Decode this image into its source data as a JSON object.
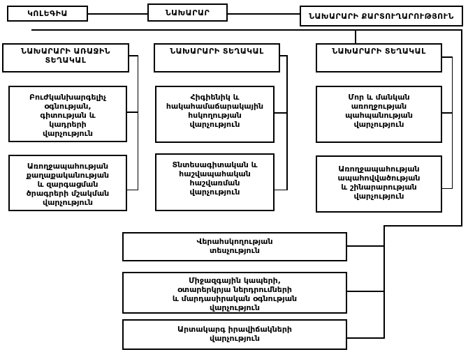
{
  "chart": {
    "top": {
      "collegium": "ԿՈԼԵԳԻԱ",
      "minister": "ՆԱԽԱՐԱՐ",
      "secretariat": "ՆԱԽԱՐԱՐԻ ՔԱՐՏՈՒՂԱՐՈՒԹՅՈՒՆ"
    },
    "columns": [
      {
        "head": "ՆԱԽԱՐԱՐԻ ԱՌԱՋԻՆ\nՏԵՂԱԿԱԼ",
        "depts": [
          "Բուժկանխարգելիչ\nօգնության,\nգիտության և\nկադրերի\nվարչություն",
          "Առողջապահության\nքաղաքականության\nև զարգացման\nծրագրերի մշակման\nվարչություն"
        ]
      },
      {
        "head": "ՆԱԽԱՐԱՐԻ ՏԵՂԱԿԱԼ",
        "depts": [
          "Հիգիենիկ և\nհակահամաճարակային\nհսկողության\nվարչություն",
          "Տնտեսագիտական և\nհաշվապահական\nհաշվառման\nվարչություն"
        ]
      },
      {
        "head": "ՆԱԽԱՐԱՐԻ ՏԵՂԱԿԱԼ",
        "depts": [
          "Մոր և մանկան\nառողջության\nպահպանության\nվարչություն",
          "Առողջապահության\nապահովվածության\nև շինարարության\nվարչություն"
        ]
      }
    ],
    "bottom_units": [
      "Վերահսկողության\nտեսչություն",
      "Միջազգային կապերի,\nօտարերկրյա ներդրումների\nև մարդասիրական օգնության\nվարչություն",
      "Արտակարգ իրավիճակների\nվարչություն"
    ],
    "colors": {
      "background": "#ffffff",
      "line": "#000000",
      "text": "#000000"
    }
  }
}
